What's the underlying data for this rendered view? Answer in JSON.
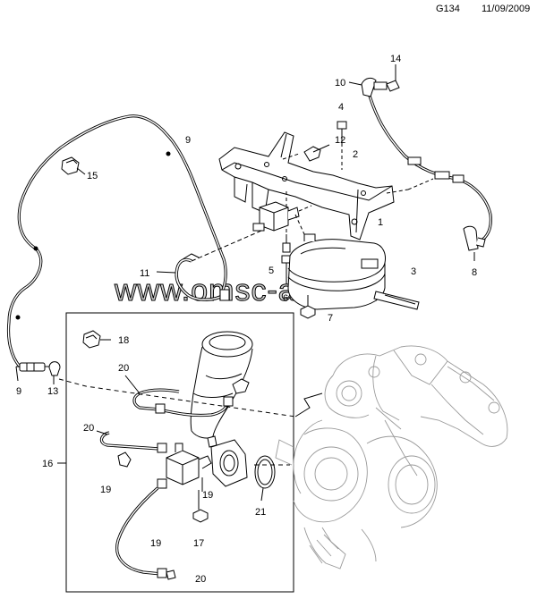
{
  "header": {
    "code": "G134",
    "date": "11/09/2009"
  },
  "watermark": "www.omsc-auto.ru",
  "callouts": [
    "1",
    "2",
    "3",
    "4",
    "5",
    "6",
    "7",
    "8",
    "9",
    "9",
    "10",
    "11",
    "12",
    "13",
    "14",
    "15",
    "16",
    "17",
    "18",
    "19",
    "19",
    "19",
    "20",
    "20",
    "20",
    "21"
  ]
}
